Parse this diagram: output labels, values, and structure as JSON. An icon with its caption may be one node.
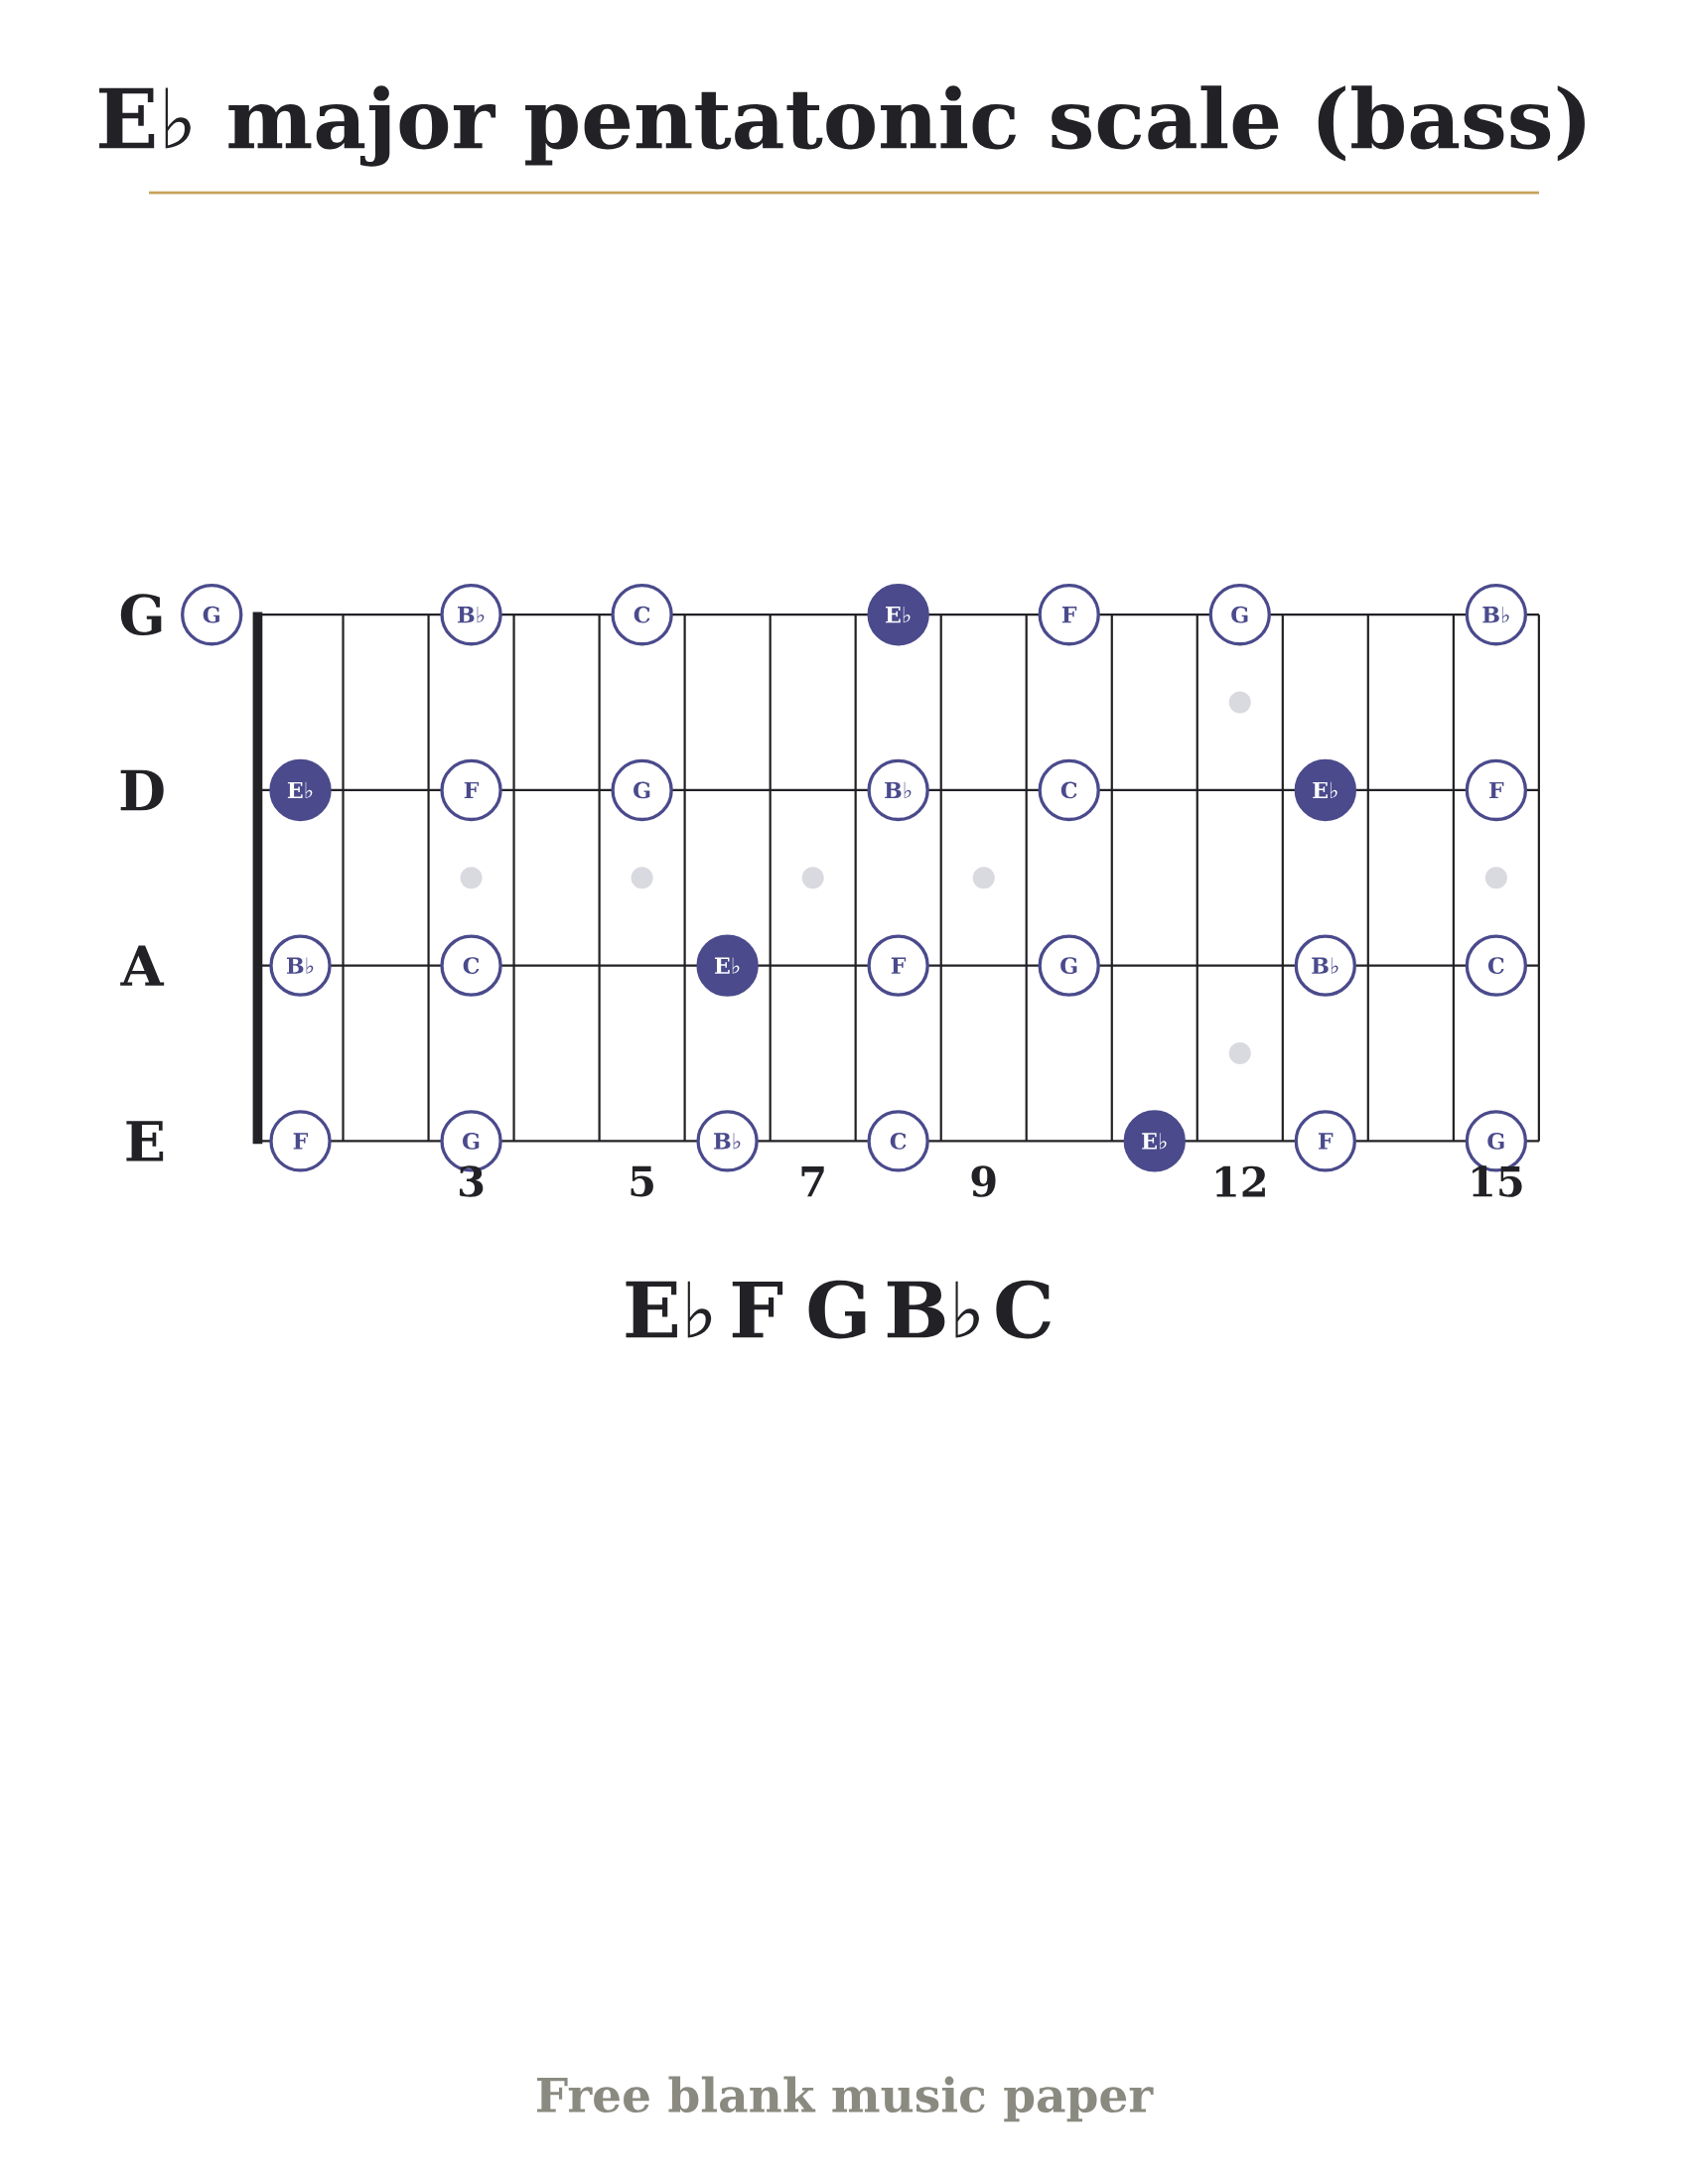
{
  "diagram": {
    "title": "E♭ major pentatonic scale (bass)",
    "nodes": [
      {
        "text": [
          "G"
        ]
      },
      {
        "text": [
          "B♭"
        ]
      },
      {
        "text": [
          "C"
        ]
      },
      {
        "text": [
          "E♭"
        ]
      },
      {
        "text": [
          "F"
        ]
      },
      {
        "text": [
          "G"
        ]
      },
      {
        "text": [
          "B♭"
        ]
      },
      {
        "text": [
          "E♭"
        ]
      },
      {
        "text": [
          "F"
        ]
      },
      {
        "text": [
          "G"
        ]
      },
      {
        "text": [
          "B♭"
        ]
      },
      {
        "text": [
          "C"
        ]
      },
      {
        "text": [
          "E♭"
        ]
      },
      {
        "text": [
          "F"
        ]
      },
      {
        "text": [
          "B♭"
        ]
      },
      {
        "text": [
          "C"
        ]
      },
      {
        "text": [
          "E♭"
        ]
      },
      {
        "text": [
          "F"
        ]
      },
      {
        "text": [
          "G"
        ]
      },
      {
        "text": [
          "B♭"
        ]
      },
      {
        "text": [
          "C"
        ]
      },
      {
        "text": [
          "F"
        ]
      },
      {
        "text": [
          "G"
        ]
      },
      {
        "text": [
          "B♭"
        ]
      },
      {
        "text": [
          "C"
        ]
      },
      {
        "text": [
          "E♭"
        ]
      },
      {
        "text": [
          "F"
        ]
      },
      {
        "text": [
          "G"
        ]
      }
    ],
    "labels": [
      "G",
      "D",
      "A",
      "E",
      "3",
      "5",
      "7",
      "9",
      "12",
      "15",
      "E♭",
      "F",
      "G",
      "B♭",
      "C",
      "Free blank music paper"
    ]
  }
}
